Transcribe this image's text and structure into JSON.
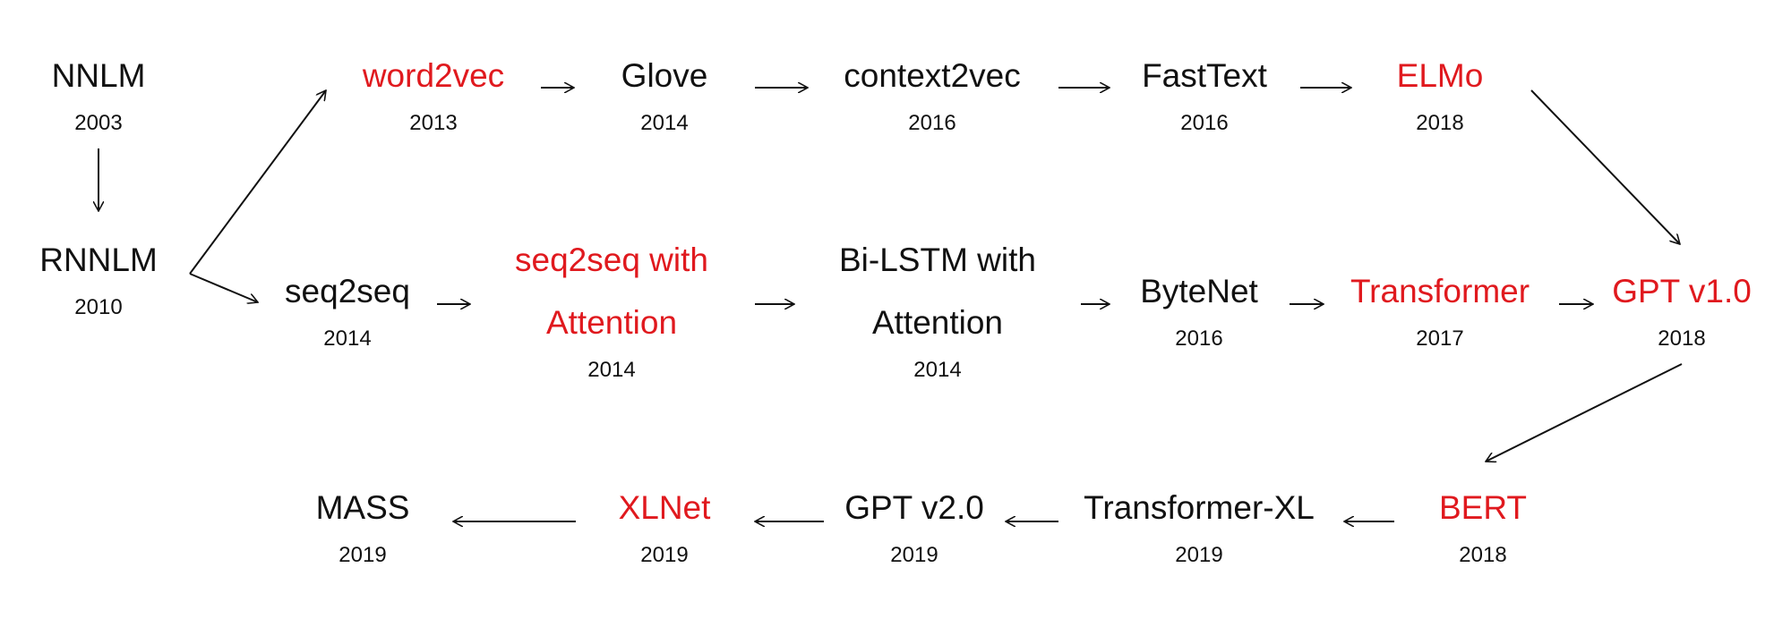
{
  "colors": {
    "highlight": "#e0191e",
    "normal": "#111111",
    "arrow": "#111111"
  },
  "nodes": [
    {
      "id": "nnlm",
      "lines": [
        "NNLM"
      ],
      "year": "2003",
      "highlight": false
    },
    {
      "id": "rnnlm",
      "lines": [
        "RNNLM"
      ],
      "year": "2010",
      "highlight": false
    },
    {
      "id": "word2vec",
      "lines": [
        "word2vec"
      ],
      "year": "2013",
      "highlight": true
    },
    {
      "id": "glove",
      "lines": [
        "Glove"
      ],
      "year": "2014",
      "highlight": false
    },
    {
      "id": "context2vec",
      "lines": [
        "context2vec"
      ],
      "year": "2016",
      "highlight": false
    },
    {
      "id": "fasttext",
      "lines": [
        "FastText"
      ],
      "year": "2016",
      "highlight": false
    },
    {
      "id": "elmo",
      "lines": [
        "ELMo"
      ],
      "year": "2018",
      "highlight": true
    },
    {
      "id": "seq2seq",
      "lines": [
        "seq2seq"
      ],
      "year": "2014",
      "highlight": false
    },
    {
      "id": "seq2seq-attention",
      "lines": [
        "seq2seq with",
        "Attention"
      ],
      "year": "2014",
      "highlight": true
    },
    {
      "id": "bilstm-attention",
      "lines": [
        "Bi-LSTM with",
        "Attention"
      ],
      "year": "2014",
      "highlight": false
    },
    {
      "id": "bytenet",
      "lines": [
        "ByteNet"
      ],
      "year": "2016",
      "highlight": false
    },
    {
      "id": "transformer",
      "lines": [
        "Transformer"
      ],
      "year": "2017",
      "highlight": true
    },
    {
      "id": "gpt-v1",
      "lines": [
        "GPT v1.0"
      ],
      "year": "2018",
      "highlight": true
    },
    {
      "id": "bert",
      "lines": [
        "BERT"
      ],
      "year": "2018",
      "highlight": true
    },
    {
      "id": "transformer-xl",
      "lines": [
        "Transformer-XL"
      ],
      "year": "2019",
      "highlight": false
    },
    {
      "id": "gpt-v2",
      "lines": [
        "GPT v2.0"
      ],
      "year": "2019",
      "highlight": false
    },
    {
      "id": "xlnet",
      "lines": [
        "XLNet"
      ],
      "year": "2019",
      "highlight": true
    },
    {
      "id": "mass",
      "lines": [
        "MASS"
      ],
      "year": "2019",
      "highlight": false
    }
  ],
  "edges": [
    [
      "nnlm",
      "rnnlm"
    ],
    [
      "rnnlm",
      "word2vec"
    ],
    [
      "rnnlm",
      "seq2seq"
    ],
    [
      "word2vec",
      "glove"
    ],
    [
      "glove",
      "context2vec"
    ],
    [
      "context2vec",
      "fasttext"
    ],
    [
      "fasttext",
      "elmo"
    ],
    [
      "elmo",
      "gpt-v1"
    ],
    [
      "seq2seq",
      "seq2seq-attention"
    ],
    [
      "seq2seq-attention",
      "bilstm-attention"
    ],
    [
      "bilstm-attention",
      "bytenet"
    ],
    [
      "bytenet",
      "transformer"
    ],
    [
      "transformer",
      "gpt-v1"
    ],
    [
      "gpt-v1",
      "bert"
    ],
    [
      "bert",
      "transformer-xl"
    ],
    [
      "transformer-xl",
      "gpt-v2"
    ],
    [
      "gpt-v2",
      "xlnet"
    ],
    [
      "xlnet",
      "mass"
    ]
  ]
}
